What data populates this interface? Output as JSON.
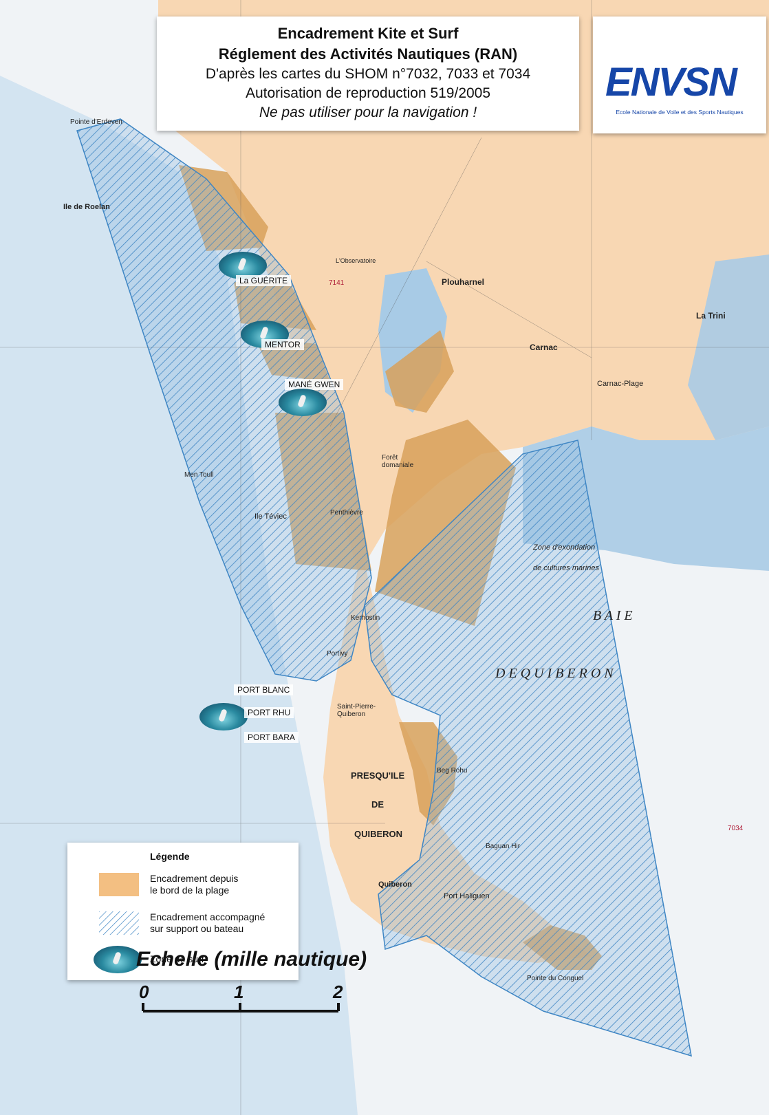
{
  "title": {
    "line1": "Encadrement Kite et Surf",
    "line2": "Réglement des Activités Nautiques (RAN)",
    "line3": "D'après les cartes du SHOM n°7032, 7033 et 7034",
    "line4": "Autorisation de reproduction 519/2005",
    "line5": "Ne pas utiliser pour la navigation !"
  },
  "logo": {
    "name": "ENVSN",
    "subtitle": "Ecole Nationale de Voile et des Sports Nautiques",
    "color": "#1646a8"
  },
  "surf_spots": [
    {
      "name": "La GUÉRITE"
    },
    {
      "name": "MENTOR"
    },
    {
      "name": "MANÉ GWEN"
    },
    {
      "name": "PORT BLANC"
    },
    {
      "name": "PORT RHU"
    },
    {
      "name": "PORT BARA"
    }
  ],
  "place_names": {
    "carnac": "Carnac",
    "carnac_plage": "Carnac-Plage",
    "plouharnel": "Plouharnel",
    "la_trinite": "La Trini",
    "baie_1": "B  A  I  E",
    "baie_2": "D E   Q U I B E R O N",
    "presquile_1": "PRESQU'ILE",
    "presquile_2": "DE",
    "presquile_3": "QUIBERON",
    "quiberon": "Quiberon",
    "port_haliguen": "Port Haliguen",
    "saint_pierre": "Saint-Pierre-Quiberon",
    "portivy": "Portivy",
    "kerhostin": "Kerhostin",
    "penthievre": "Penthièvre",
    "foret": "Forêt domaniale",
    "ile_teviec": "Ile Téviec",
    "men_toull": "Men Toull",
    "ile_de_roelan": "Ile de Roelan",
    "zone_exondation": "Zone d'exondation",
    "cultures_marines": "de cultures marines",
    "beg_rohu": "Beg Rohu",
    "pointe_du_conguel": "Pointe du Conguel",
    "baguan_hir": "Baguan Hir",
    "pointe_erdeven": "Pointe d'Erdeven",
    "observatoire": "L'Observatoire",
    "chart_7141": "7141",
    "chart_7034": "7034"
  },
  "legend": {
    "title": "Légende",
    "item1_line1": "Encadrement depuis",
    "item1_line2": "le bord de la plage",
    "item2_line1": "Encadrement accompagné",
    "item2_line2": "sur support ou bateau",
    "item3": "Zone de surf"
  },
  "scale": {
    "title": "Echelle (mille nautique)",
    "ticks": [
      "0",
      "1",
      "2"
    ]
  },
  "colors": {
    "land": "#f8d7b3",
    "sea_shallow": "#a8cbe6",
    "sea_deep": "#f0f3f6",
    "beach_zone": "#d8a15b",
    "hatch_blue": "#3f86c4",
    "hatch_fill": "#8fbbe0"
  }
}
